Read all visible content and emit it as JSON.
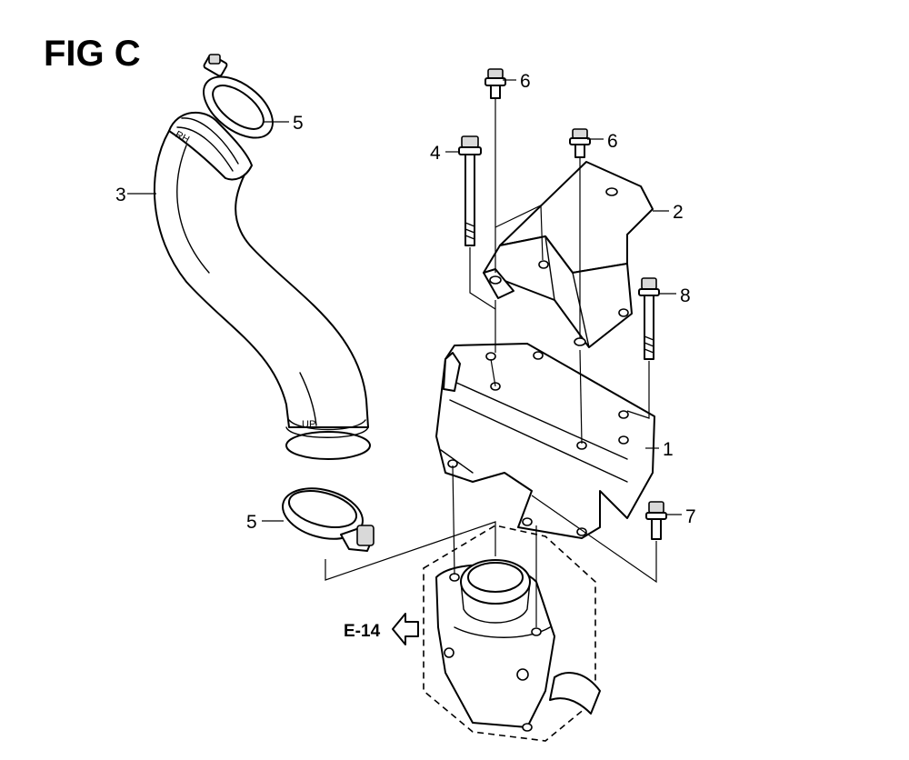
{
  "figure": {
    "title": "FIG C"
  },
  "callouts": {
    "part_1": "1",
    "part_2": "2",
    "part_3": "3",
    "part_4": "4",
    "part_5_top": "5",
    "part_5_bottom": "5",
    "part_6_left": "6",
    "part_6_right": "6",
    "part_7": "7",
    "part_8": "8"
  },
  "reference": {
    "label": "E-14"
  },
  "embossed": {
    "hose_top": "RH",
    "hose_bottom": "UP"
  }
}
